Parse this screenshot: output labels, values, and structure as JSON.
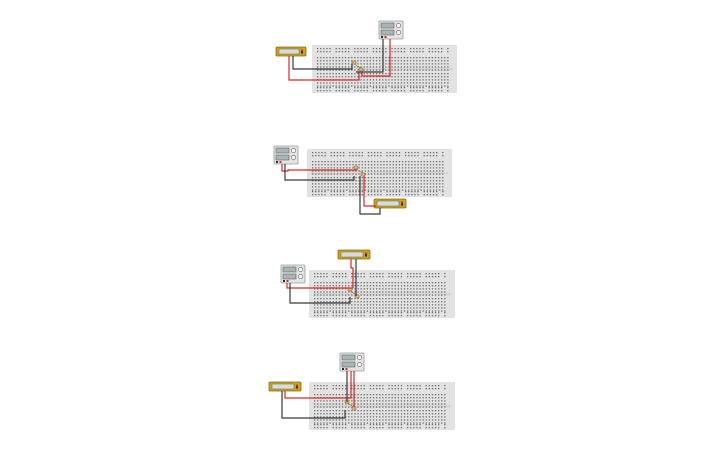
{
  "colors": {
    "wire_positive": "#d42a2a",
    "wire_negative": "#3a3a3a",
    "multimeter": "#c9a21e",
    "breadboard": "#e2e2e2",
    "power_supply": "#e4e4e4"
  },
  "circuits": [
    {
      "id": "circuit-1",
      "components": [
        "breadboard",
        "multimeter",
        "power-supply",
        "resistor"
      ]
    },
    {
      "id": "circuit-2",
      "components": [
        "breadboard",
        "multimeter",
        "power-supply",
        "resistor"
      ]
    },
    {
      "id": "circuit-3",
      "components": [
        "breadboard",
        "multimeter",
        "power-supply",
        "resistor"
      ]
    },
    {
      "id": "circuit-4",
      "components": [
        "breadboard",
        "multimeter",
        "power-supply",
        "resistor"
      ]
    }
  ]
}
